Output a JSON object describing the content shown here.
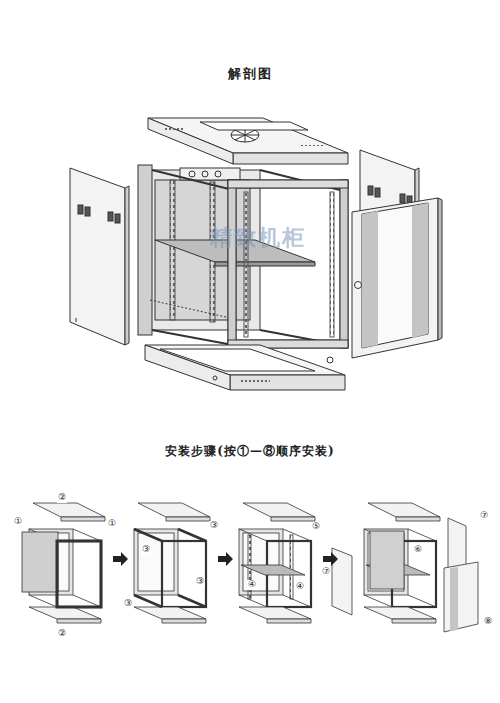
{
  "diagram": {
    "title": "解剖图",
    "labels": [
      "精致机柜",
      "安装步骤(按①—⑧顺序安装)",
      "②",
      "①",
      "①",
      "②",
      "③",
      "③",
      "③",
      "③",
      "⑤",
      "④",
      "④",
      "⑦",
      "⑥",
      "⑦",
      "⑧"
    ]
  }
}
